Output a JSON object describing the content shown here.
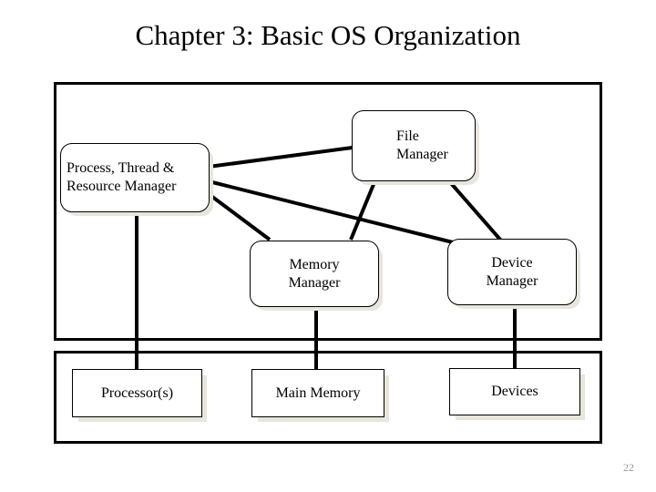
{
  "slide": {
    "title": "Chapter 3: Basic OS Organization",
    "page_number": "22",
    "colors": {
      "line": "#000000",
      "box_fill": "#ffffff",
      "shadow": "#e8e6dc",
      "page_number": "#9a9a9a"
    }
  },
  "diagram": {
    "type": "block-diagram",
    "frames": [
      {
        "name": "os-layer-frame",
        "label": ""
      },
      {
        "name": "hardware-layer-frame",
        "label": ""
      }
    ],
    "managers": [
      {
        "id": "process-thread-resource-manager",
        "lines": [
          "Process, Thread &",
          "Resource Manager"
        ],
        "shape": "rounded-rect"
      },
      {
        "id": "file-manager",
        "lines": [
          "File",
          "Manager"
        ],
        "shape": "rounded-rect"
      },
      {
        "id": "memory-manager",
        "lines": [
          "Memory",
          "Manager"
        ],
        "shape": "rounded-rect"
      },
      {
        "id": "device-manager",
        "lines": [
          "Device",
          "Manager"
        ],
        "shape": "rounded-rect"
      }
    ],
    "hardware": [
      {
        "id": "processors",
        "label": "Processor(s)",
        "shape": "rect"
      },
      {
        "id": "main-memory",
        "label": "Main Memory",
        "shape": "rect"
      },
      {
        "id": "devices",
        "label": "Devices",
        "shape": "rect"
      }
    ],
    "connections": [
      {
        "from": "process-thread-resource-manager",
        "to": "file-manager"
      },
      {
        "from": "process-thread-resource-manager",
        "to": "device-manager"
      },
      {
        "from": "process-thread-resource-manager",
        "to": "memory-manager"
      },
      {
        "from": "file-manager",
        "to": "memory-manager"
      },
      {
        "from": "file-manager",
        "to": "device-manager"
      },
      {
        "from": "process-thread-resource-manager",
        "to": "processors"
      },
      {
        "from": "memory-manager",
        "to": "main-memory"
      },
      {
        "from": "device-manager",
        "to": "devices"
      }
    ]
  }
}
